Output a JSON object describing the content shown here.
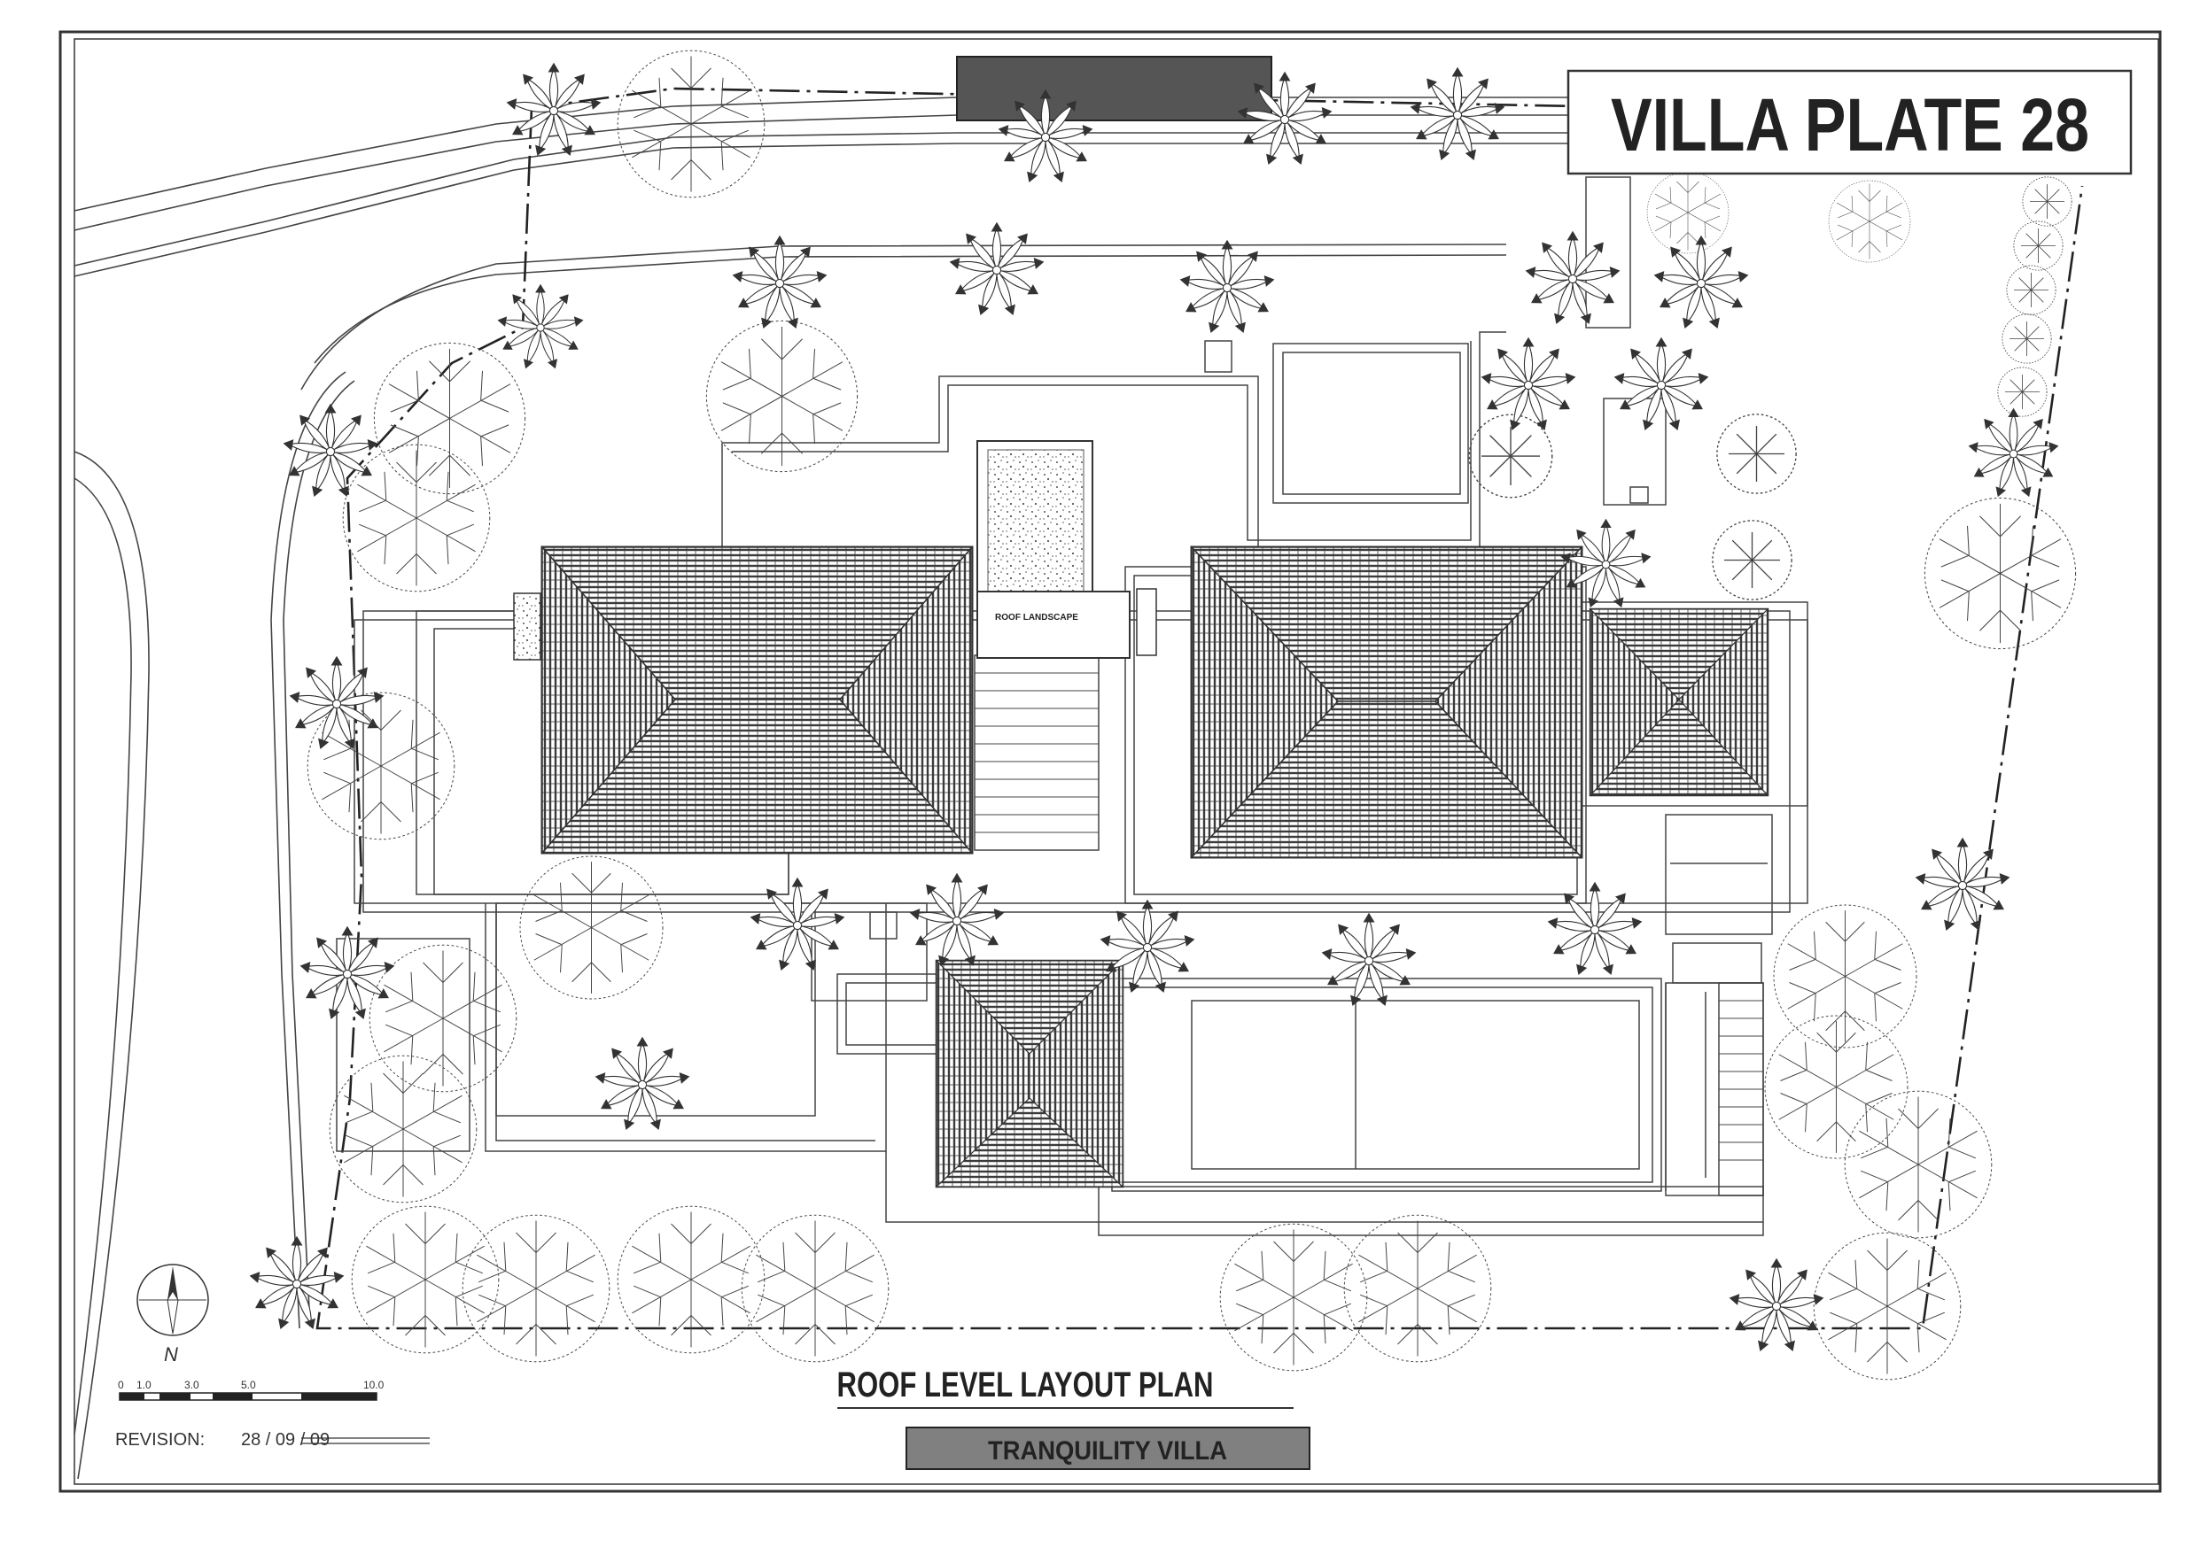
{
  "title_block": {
    "plate_title": "VILLA PLATE 28",
    "drawing_title": "ROOF LEVEL LAYOUT PLAN",
    "project_name": "TRANQUILITY VILLA",
    "revision_label": "REVISION:",
    "revision_date": "28 / 09 / 09"
  },
  "labels": {
    "roof_landscape": "ROOF LANDSCAPE",
    "north": "N"
  },
  "scale_bar": {
    "ticks": [
      "0",
      "1.0",
      "3.0",
      "5.0",
      "10.0"
    ]
  },
  "colors": {
    "line": "#333333",
    "roof_fill": "#4a4a4a",
    "title_box_fill": "#808080",
    "background": "#ffffff"
  },
  "icons": {
    "north_arrow": "compass-icon",
    "palm": "palm-tree-icon",
    "tree": "tree-canopy-icon"
  }
}
